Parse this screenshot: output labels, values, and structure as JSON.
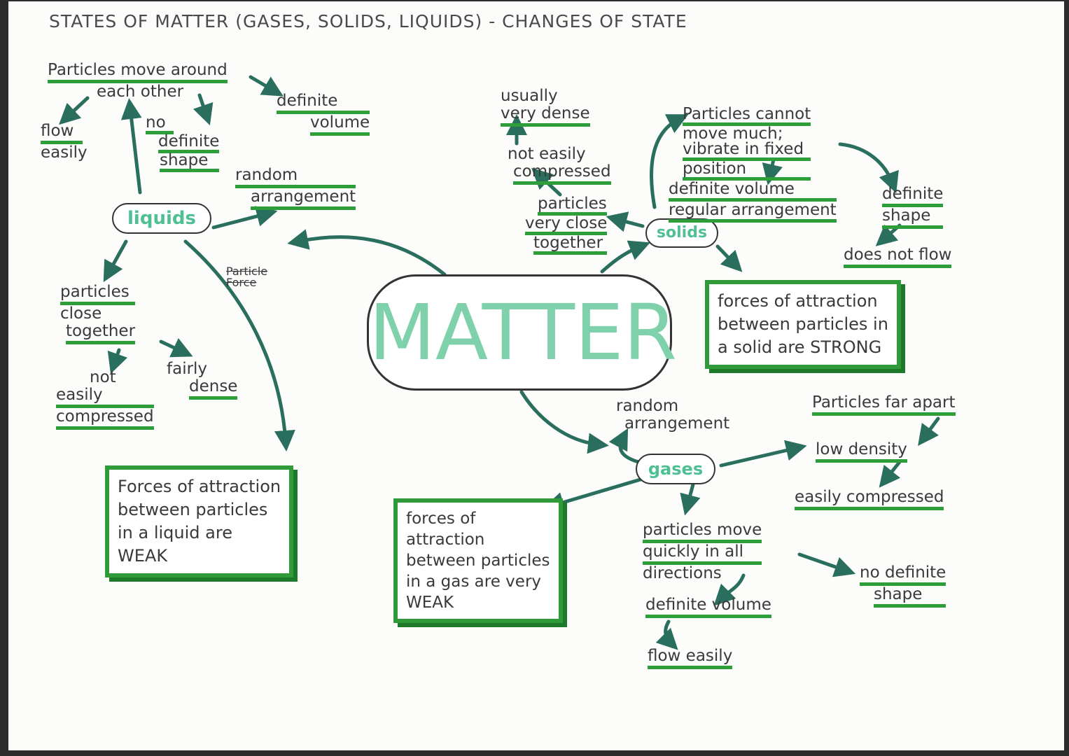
{
  "title": "STATES OF MATTER (GASES, SOLIDS, LIQUIDS) - CHANGES OF STATE",
  "center": "MATTER",
  "liquids": {
    "label": "liquids",
    "moves": [
      "Particles move around",
      "each other"
    ],
    "flow": [
      "flow",
      "easily"
    ],
    "shape": [
      "no",
      "definite",
      "shape"
    ],
    "volume": [
      "definite",
      "volume"
    ],
    "arrangement": [
      "random",
      "arrangement"
    ],
    "crossed": [
      "Particle",
      "Force"
    ],
    "close": [
      "particles",
      "close",
      "together"
    ],
    "compress": [
      "not",
      "easily",
      "compressed"
    ],
    "density": [
      "fairly",
      "dense"
    ],
    "forces": [
      "Forces of attraction",
      "between particles",
      "in a liquid are",
      "WEAK"
    ]
  },
  "solids": {
    "label": "solids",
    "dense": [
      "usually",
      "very dense"
    ],
    "compress": [
      "not easily",
      "compressed"
    ],
    "close": [
      "particles",
      "very close",
      "together"
    ],
    "moves": [
      "Particles cannot",
      "move much;",
      "vibrate in fixed",
      "position"
    ],
    "volume": [
      "definite volume",
      "regular arrangement"
    ],
    "shape": [
      "definite",
      "shape"
    ],
    "flow": "does not flow",
    "forces": [
      "forces of attraction",
      "between particles in",
      "a solid are STRONG"
    ]
  },
  "gases": {
    "label": "gases",
    "arrangement": [
      "random",
      "arrangement"
    ],
    "far": "Particles far apart",
    "density": "low density",
    "compress": "easily compressed",
    "moves": [
      "particles move",
      "quickly in all",
      "directions"
    ],
    "shape": [
      "no definite",
      "shape"
    ],
    "volume": "definite volume",
    "flow": "flow easily",
    "forces": [
      "forces of",
      "attraction",
      "between particles",
      "in a gas are very",
      "WEAK"
    ]
  },
  "colors": {
    "ink": "#3a3a3a",
    "highlight": "#2e9e3a",
    "arrow": "#2a6f5e",
    "mint": "#7fd1ac"
  }
}
